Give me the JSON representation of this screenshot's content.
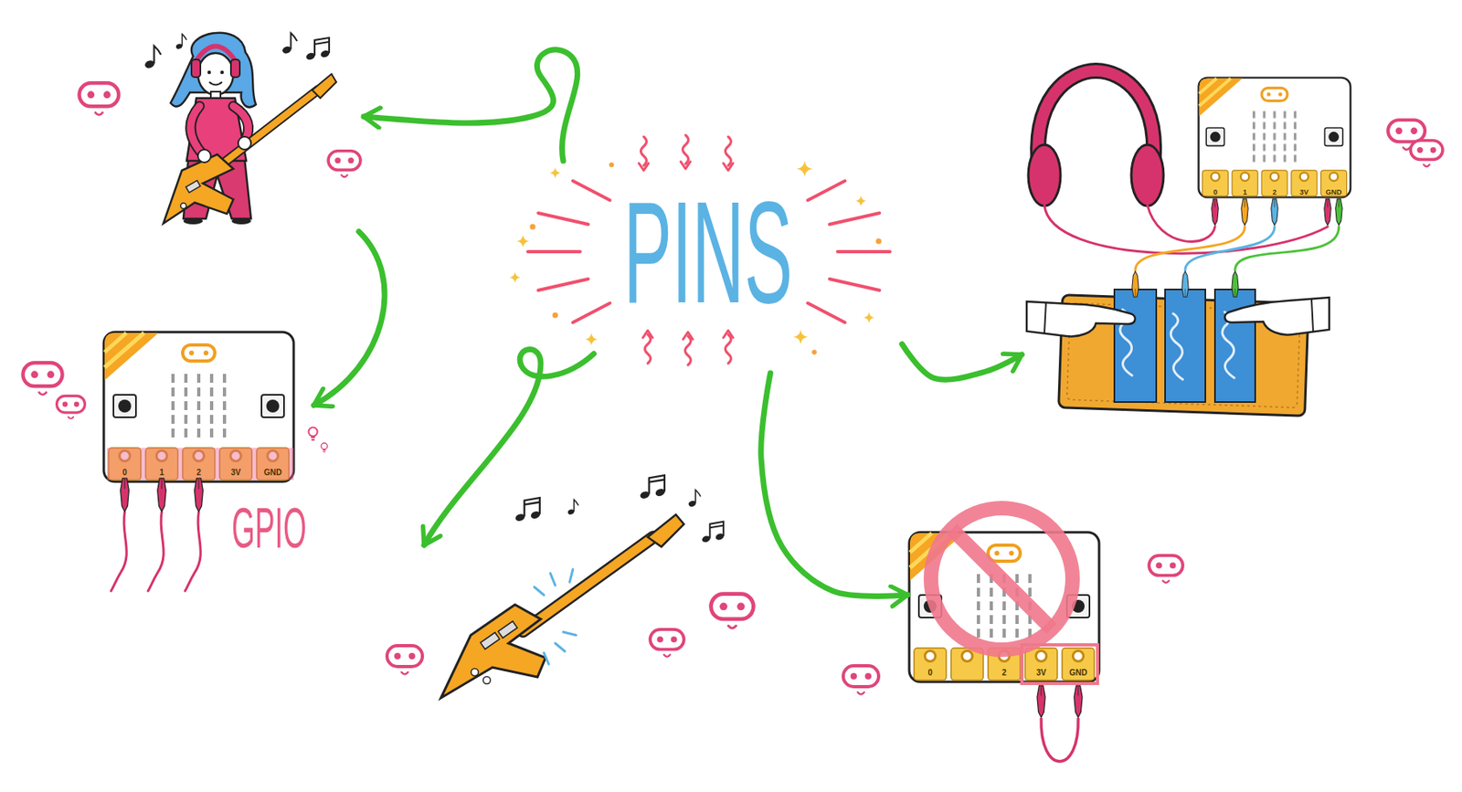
{
  "diagram": {
    "nodes": [
      {
        "text": [
          "PINS"
        ]
      },
      {
        "text": [
          "0",
          "1",
          "2",
          "3V",
          "GND"
        ]
      },
      {
        "text": [
          "0",
          "1",
          "2",
          "3V",
          "GND"
        ]
      },
      {
        "text": [
          "0",
          "2",
          "3V",
          "GND"
        ]
      }
    ],
    "edges": [
      {
        "from": 0,
        "to": 2,
        "arrow": "to"
      },
      {
        "from": 0,
        "to": 3,
        "arrow": "to"
      }
    ],
    "labels": [
      "GPIO"
    ]
  }
}
